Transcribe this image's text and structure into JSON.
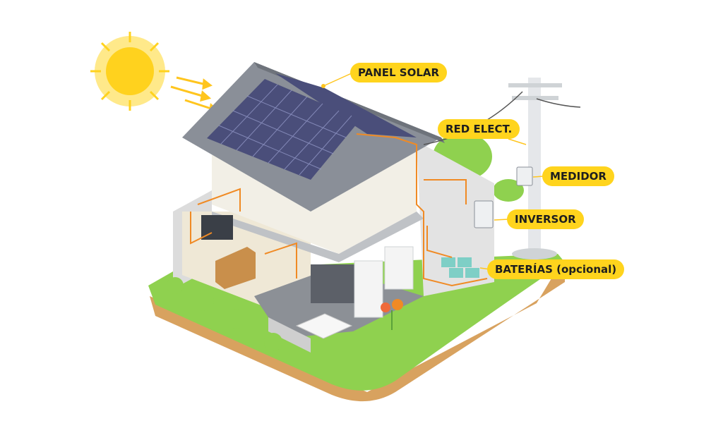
{
  "colors": {
    "callout_bg": "#ffd41d",
    "sun": "#ffd21e",
    "wire": "#f08a24",
    "grass": "#8fd14f",
    "soil": "#d8a25f",
    "roof": "#8a8f98",
    "panel": "#4a4e7a"
  },
  "labels": {
    "solar_panel": "PANEL SOLAR",
    "grid": "RED ELECT.",
    "meter": "MEDIDOR",
    "inverter": "INVERSOR",
    "batteries": "BATERÍAS (opcional)"
  }
}
